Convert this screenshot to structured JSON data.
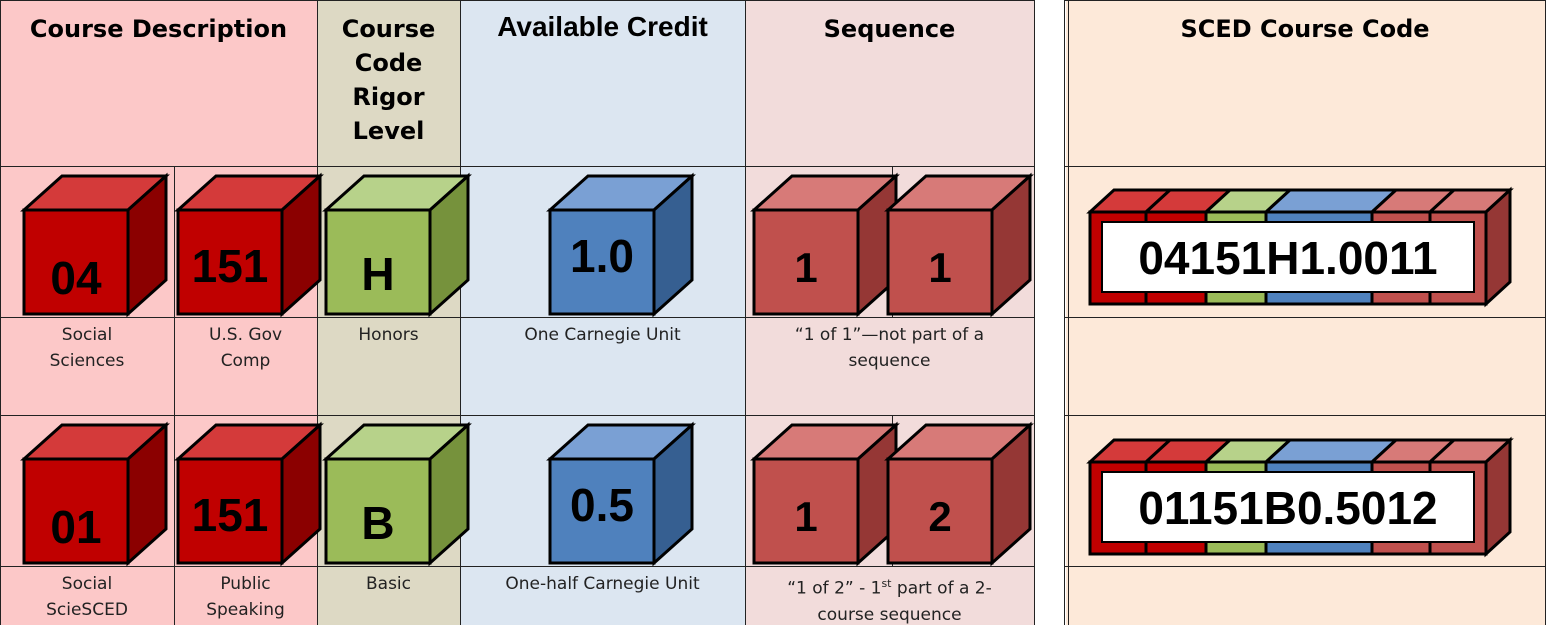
{
  "headers": {
    "course_description": "Course Description",
    "course_code_rigor": [
      "Course",
      "Code",
      "Rigor",
      "Level"
    ],
    "available_credit": "Available Credit",
    "sequence": "Sequence",
    "sced": "SCED Course Code"
  },
  "rows": [
    {
      "subject_code": "04",
      "course_number": "151",
      "rigor": "H",
      "credit": "1.0",
      "seq_a": "1",
      "seq_b": "1",
      "sced_code": "04151H1.0011",
      "subject_label": [
        "Social",
        "Sciences"
      ],
      "course_label": [
        "U.S. Gov",
        "Comp"
      ],
      "rigor_label": "Honors",
      "credit_label": "One Carnegie Unit",
      "sequence_label": [
        "“1 of 1”—not part of a",
        "sequence"
      ]
    },
    {
      "subject_code": "01",
      "course_number": "151",
      "rigor": "B",
      "credit": "0.5",
      "seq_a": "1",
      "seq_b": "2",
      "sced_code": "01151B0.5012",
      "subject_label": [
        "Social",
        "ScieSCED"
      ],
      "course_label": [
        "Public",
        "Speaking"
      ],
      "rigor_label": "Basic",
      "credit_label": "One-half Carnegie Unit",
      "sequence_label_prefix": "“1 of 2” - 1",
      "sequence_label_sup": "st",
      "sequence_label_suffix": " part of a 2-",
      "sequence_label_line2": "course sequence"
    }
  ],
  "colors": {
    "course_desc_bg": "#fcc8c8",
    "rigor_bg": "#ddd9c4",
    "credit_bg": "#dce6f1",
    "sequence_bg": "#f2dcdb",
    "sced_bg": "#fde9d9",
    "cube_red": "#c00000",
    "cube_green": "#9bbb59",
    "cube_blue": "#4f81bd",
    "cube_rose": "#c0504d"
  }
}
